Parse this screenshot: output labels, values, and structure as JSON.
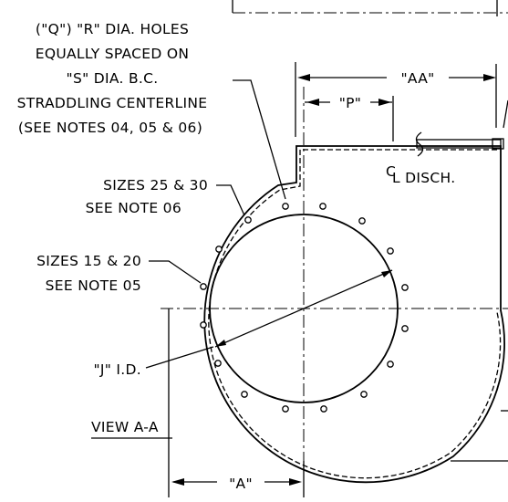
{
  "drawing": {
    "labels": {
      "holes_note": [
        "(\"Q\") \"R\" DIA. HOLES",
        "EQUALLY SPACED ON",
        "\"S\" DIA. B.C.",
        "STRADDLING CENTERLINE",
        "(SEE NOTES 04, 05 & 06)"
      ],
      "sizes_25_30": [
        "SIZES 25 & 30",
        "SEE NOTE 06"
      ],
      "sizes_15_20": [
        "SIZES 15 & 20",
        "SEE NOTE 05"
      ],
      "inner_diameter": "\"J\" I.D.",
      "view_title": "VIEW A-A",
      "dim_aa": "\"AA\"",
      "dim_p": "\"P\"",
      "dim_a": "\"A\"",
      "centerline_symbol": "C",
      "centerline_label": "L DISCH."
    }
  }
}
